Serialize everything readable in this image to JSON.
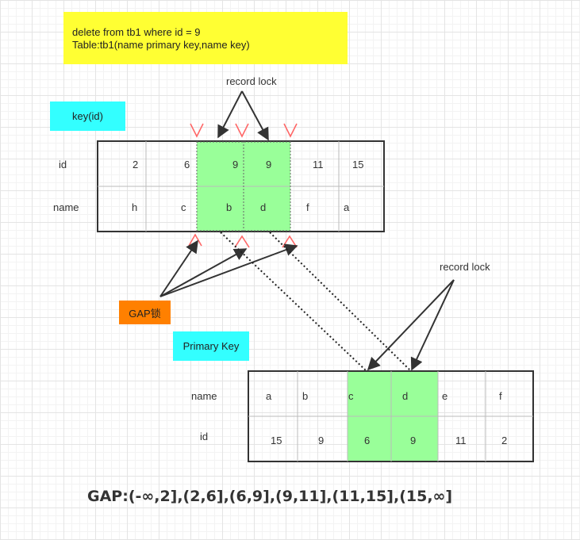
{
  "note": {
    "line1": "delete from tb1 where id = 9",
    "line2": "Table:tb1(name primary key,name key)"
  },
  "labels": {
    "record_lock_top": "record lock",
    "record_lock_right": "record lock",
    "key_id": "key(id)",
    "gap_lock": "GAP锁",
    "primary_key": "Primary Key",
    "gap_summary": "GAP:(-∞,2],(2,6],(6,9],(9,11],(11,15],(15,∞]"
  },
  "secondary_index": {
    "row1_label": "id",
    "row2_label": "name",
    "ids": [
      "2",
      "6",
      "9",
      "9",
      "11",
      "15"
    ],
    "names": [
      "h",
      "c",
      "b",
      "d",
      "f",
      "a"
    ]
  },
  "primary_index": {
    "row1_label": "name",
    "row2_label": "id",
    "names": [
      "a",
      "b",
      "c",
      "d",
      "e",
      "f"
    ],
    "ids": [
      "15",
      "9",
      "6",
      "9",
      "11",
      "2"
    ]
  },
  "colors": {
    "note_bg": "#ffff33",
    "label_bg": "#33ffff",
    "gap_label_bg": "#ff8000",
    "lock_highlight": "#99ff99",
    "gap_marker": "#ff6666"
  }
}
